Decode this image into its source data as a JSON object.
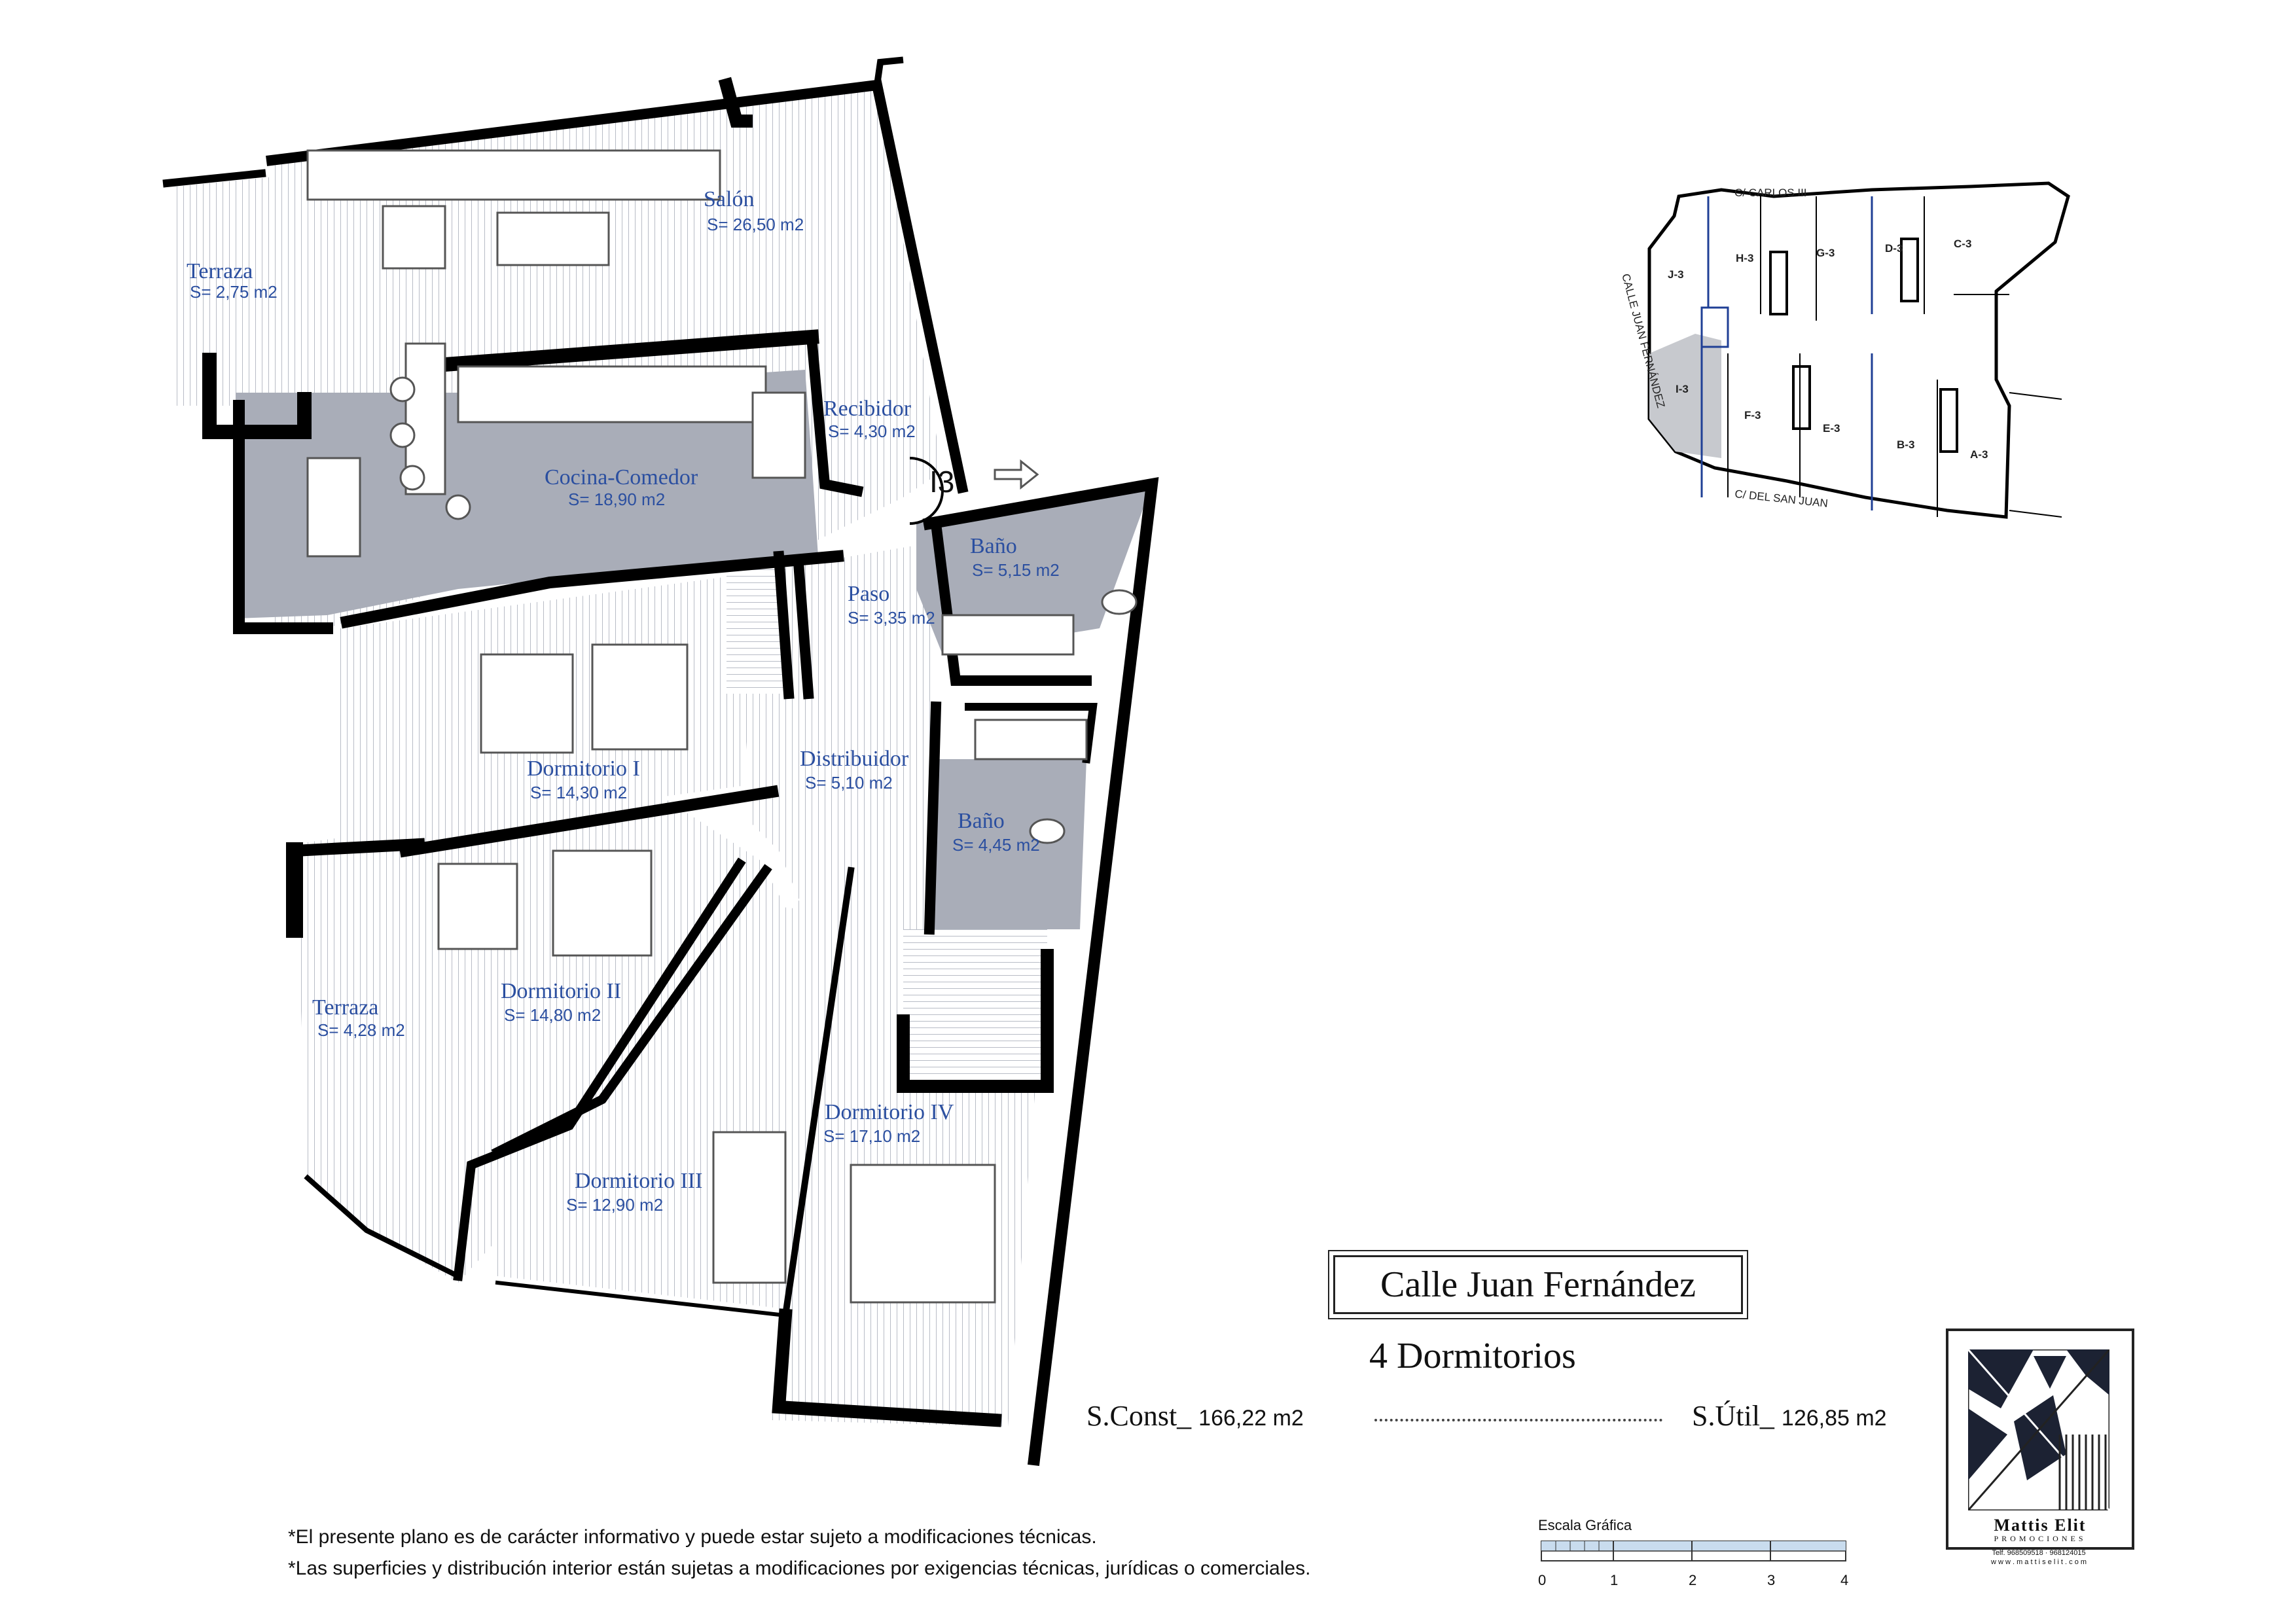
{
  "rooms": [
    {
      "id": "salon",
      "name": "Salón",
      "area": "S= 26,50 m2"
    },
    {
      "id": "terraza1",
      "name": "Terraza",
      "area": "S= 2,75 m2"
    },
    {
      "id": "recibidor",
      "name": "Recibidor",
      "area": "S= 4,30 m2"
    },
    {
      "id": "cocina",
      "name": "Cocina-Comedor",
      "area": "S= 18,90 m2"
    },
    {
      "id": "bano1",
      "name": "Baño",
      "area": "S= 5,15 m2"
    },
    {
      "id": "paso",
      "name": "Paso",
      "area": "S= 3,35 m2"
    },
    {
      "id": "dorm1",
      "name": "Dormitorio I",
      "area": "S= 14,30 m2"
    },
    {
      "id": "distribuidor",
      "name": "Distribuidor",
      "area": "S= 5,10 m2"
    },
    {
      "id": "bano2",
      "name": "Baño",
      "area": "S= 4,45 m2"
    },
    {
      "id": "dorm2",
      "name": "Dormitorio II",
      "area": "S= 14,80 m2"
    },
    {
      "id": "terraza2",
      "name": "Terraza",
      "area": "S= 4,28 m2"
    },
    {
      "id": "dorm3",
      "name": "Dormitorio III",
      "area": "S= 12,90 m2"
    },
    {
      "id": "dorm4",
      "name": "Dormitorio IV",
      "area": "S= 17,10 m2"
    }
  ],
  "unit_code": "I3",
  "keyplan": {
    "streets": {
      "top": "C/ CARLOS III",
      "left": "CALLE JUAN FERNÁNDEZ",
      "bottom": "C/ DEL SAN JUAN"
    },
    "units": [
      "J-3",
      "H-3",
      "G-3",
      "D-3",
      "C-3",
      "I-3",
      "F-3",
      "E-3",
      "B-3",
      "A-3"
    ],
    "highlighted": "I-3"
  },
  "title": "Calle Juan Fernández",
  "dormitorios": "4 Dormitorios",
  "s_const_label": "S.Const_",
  "s_const_value": "166,22 m2",
  "s_util_label": "S.Útil_",
  "s_util_value": "126,85 m2",
  "notes": [
    "*El presente plano es de carácter informativo y puede estar sujeto a modificaciones técnicas.",
    "*Las superficies y distribución interior están sujetas a modificaciones  por exigencias técnicas, jurídicas o comerciales."
  ],
  "scale": {
    "label": "Escala Gráfica",
    "ticks": [
      "0",
      "1",
      "2",
      "3",
      "4"
    ]
  },
  "brand": {
    "name": "Mattis Elit",
    "sub": "PROMOCIONES",
    "phone": "Telf. 968509518 · 968124015",
    "web": "w w w . m a t t i s e l i t . c o m"
  },
  "colors": {
    "shaded": "#a9adb8",
    "accent": "#2b4fa0",
    "wall": "#000000",
    "keyplan_line": "#1f3f95"
  }
}
